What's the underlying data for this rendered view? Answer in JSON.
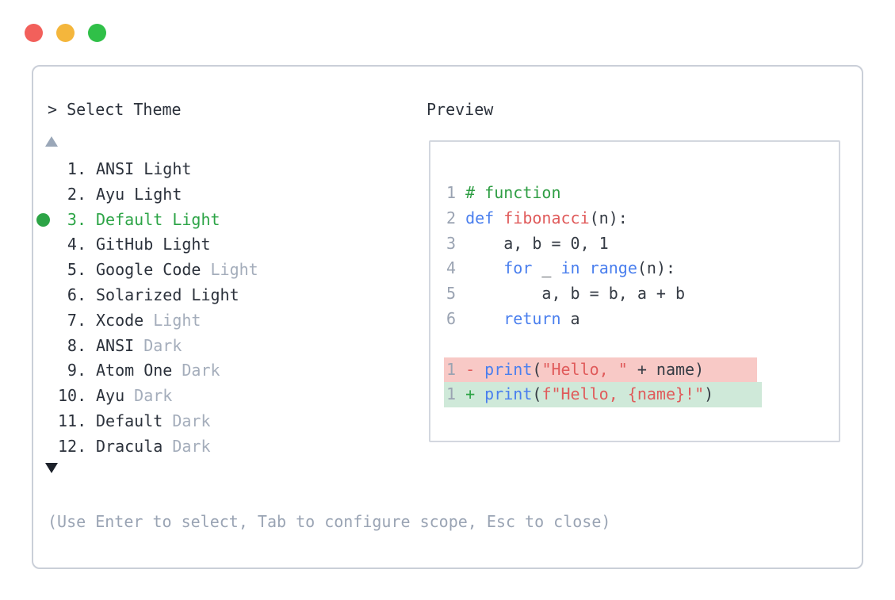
{
  "window": {
    "traffic_lights": [
      {
        "name": "close",
        "color": "#f2605b"
      },
      {
        "name": "minimize",
        "color": "#f4b63c"
      },
      {
        "name": "zoom",
        "color": "#30c048"
      }
    ]
  },
  "theme_selector": {
    "prompt": "> Select Theme",
    "scroll_up_icon": "▲",
    "scroll_down_icon": "▼",
    "selected_index": 3,
    "items": [
      {
        "num": "1.",
        "name": "ANSI Light",
        "suffix": "",
        "selected": false
      },
      {
        "num": "2.",
        "name": "Ayu Light",
        "suffix": "",
        "selected": false
      },
      {
        "num": "3.",
        "name": "Default Light",
        "suffix": "",
        "selected": true
      },
      {
        "num": "4.",
        "name": "GitHub Light",
        "suffix": "",
        "selected": false
      },
      {
        "num": "5.",
        "name": "Google Code",
        "suffix": " Light",
        "selected": false
      },
      {
        "num": "6.",
        "name": "Solarized Light",
        "suffix": "",
        "selected": false
      },
      {
        "num": "7.",
        "name": "Xcode",
        "suffix": " Light",
        "selected": false
      },
      {
        "num": "8.",
        "name": "ANSI",
        "suffix": " Dark",
        "selected": false
      },
      {
        "num": "9.",
        "name": "Atom One",
        "suffix": " Dark",
        "selected": false
      },
      {
        "num": "10.",
        "name": "Ayu",
        "suffix": " Dark",
        "selected": false
      },
      {
        "num": "11.",
        "name": "Default",
        "suffix": " Dark",
        "selected": false
      },
      {
        "num": "12.",
        "name": "Dracula",
        "suffix": " Dark",
        "selected": false
      }
    ],
    "hint": "(Use Enter to select, Tab to configure scope, Esc to close)"
  },
  "preview": {
    "title": "Preview",
    "code_lines": [
      {
        "n": "1",
        "tokens": [
          {
            "t": "# function",
            "c": "comment"
          }
        ]
      },
      {
        "n": "2",
        "tokens": [
          {
            "t": "def",
            "c": "kw"
          },
          {
            "t": " ",
            "c": "code"
          },
          {
            "t": "fibonacci",
            "c": "fn"
          },
          {
            "t": "(n):",
            "c": "code"
          }
        ]
      },
      {
        "n": "3",
        "tokens": [
          {
            "t": "    a, b = 0, 1",
            "c": "code"
          }
        ]
      },
      {
        "n": "4",
        "tokens": [
          {
            "t": "    ",
            "c": "code"
          },
          {
            "t": "for",
            "c": "kw"
          },
          {
            "t": " _ ",
            "c": "code"
          },
          {
            "t": "in",
            "c": "kw"
          },
          {
            "t": " ",
            "c": "code"
          },
          {
            "t": "range",
            "c": "kw"
          },
          {
            "t": "(n):",
            "c": "code"
          }
        ]
      },
      {
        "n": "5",
        "tokens": [
          {
            "t": "        a, b = b, a + b",
            "c": "code"
          }
        ]
      },
      {
        "n": "6",
        "tokens": [
          {
            "t": "    ",
            "c": "code"
          },
          {
            "t": "return",
            "c": "kw"
          },
          {
            "t": " a",
            "c": "code"
          }
        ]
      },
      {
        "blank": true
      },
      {
        "n": "1",
        "diff": "del",
        "tokens": [
          {
            "t": " - ",
            "c": "red"
          },
          {
            "t": "print",
            "c": "kw"
          },
          {
            "t": "(",
            "c": "code"
          },
          {
            "t": "\"Hello, \"",
            "c": "str"
          },
          {
            "t": " + name)",
            "c": "code"
          }
        ]
      },
      {
        "n": "1",
        "diff": "add",
        "tokens": [
          {
            "t": " + ",
            "c": "green"
          },
          {
            "t": "print",
            "c": "kw"
          },
          {
            "t": "(",
            "c": "code"
          },
          {
            "t": "f\"Hello, {name}!\"",
            "c": "str"
          },
          {
            "t": ")",
            "c": "code"
          }
        ]
      }
    ]
  },
  "colors": {
    "accent_green": "#2ca446",
    "syntax_blue": "#4a7fee",
    "syntax_red": "#e05b5b",
    "comment_green": "#2f9e44",
    "text_dark": "#2b313b",
    "muted_gray": "#a4adbb",
    "gutter_gray": "#9aa3b2",
    "diff_del_bg": "#f8c9c6",
    "diff_add_bg": "#cfe9d9",
    "panel_border": "#cacfd8"
  }
}
